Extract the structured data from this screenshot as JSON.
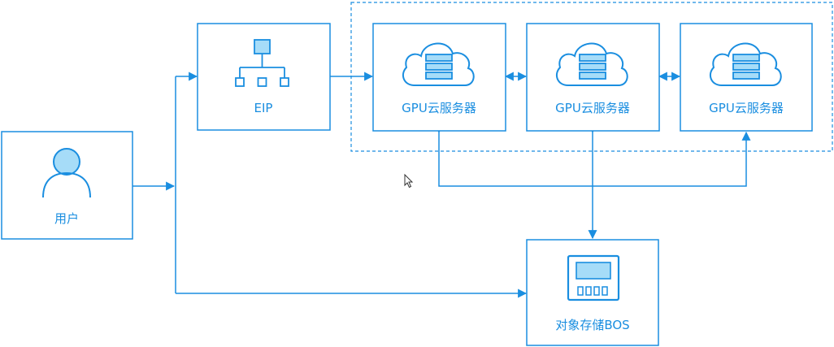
{
  "diagram": {
    "nodes": {
      "user": {
        "label": "用户"
      },
      "eip": {
        "label": "EIP"
      },
      "gpu1": {
        "label": "GPU云服务器"
      },
      "gpu2": {
        "label": "GPU云服务器"
      },
      "gpu3": {
        "label": "GPU云服务器"
      },
      "bos": {
        "label": "对象存储BOS"
      }
    }
  },
  "colors": {
    "accent": "#1a8ee0",
    "icon_fill": "#a6dcf8",
    "background": "#ffffff"
  },
  "icons": {
    "user": "user-icon",
    "eip": "network-topology-icon",
    "gpu": "cloud-server-icon",
    "bos": "storage-device-icon"
  }
}
